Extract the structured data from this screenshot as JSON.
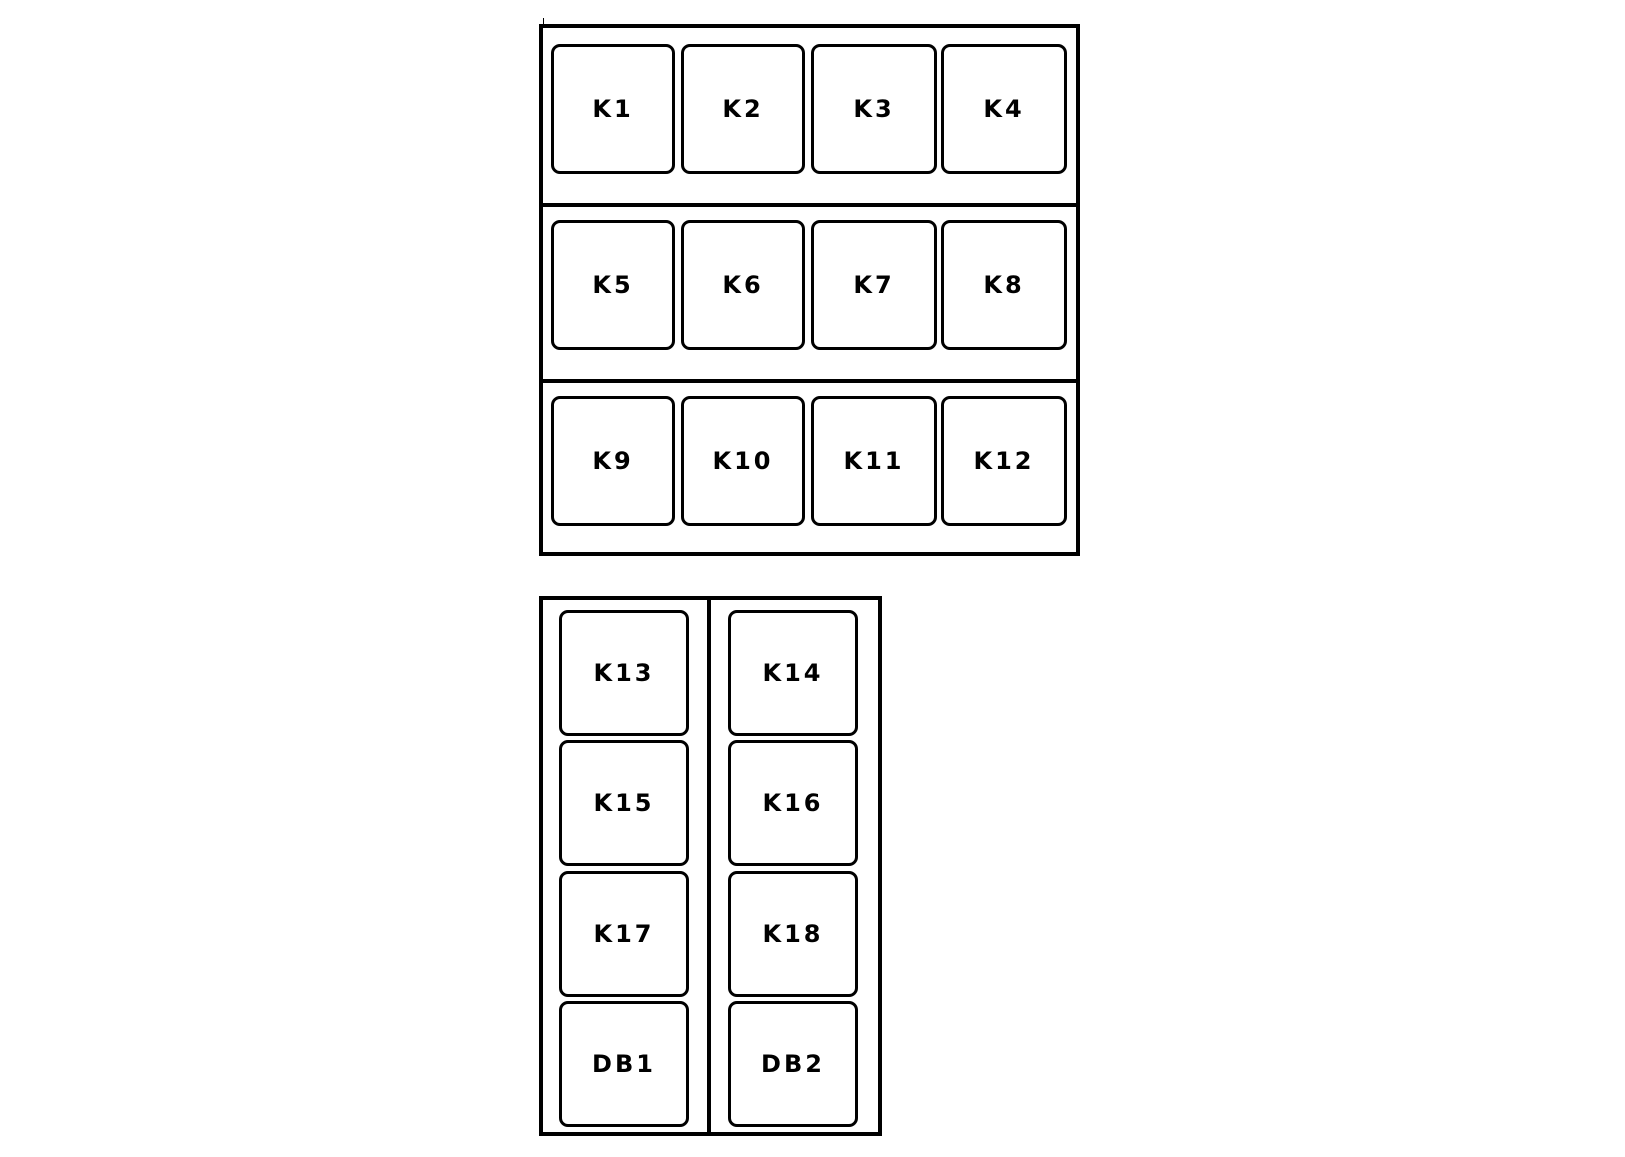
{
  "top_panel": {
    "rows": [
      [
        "K1",
        "K2",
        "K3",
        "K4"
      ],
      [
        "K5",
        "K6",
        "K7",
        "K8"
      ],
      [
        "K9",
        "K10",
        "K11",
        "K12"
      ]
    ]
  },
  "bottom_panel": {
    "columns": [
      [
        "K13",
        "K15",
        "K17",
        "DB1"
      ],
      [
        "K14",
        "K16",
        "K18",
        "DB2"
      ]
    ]
  }
}
